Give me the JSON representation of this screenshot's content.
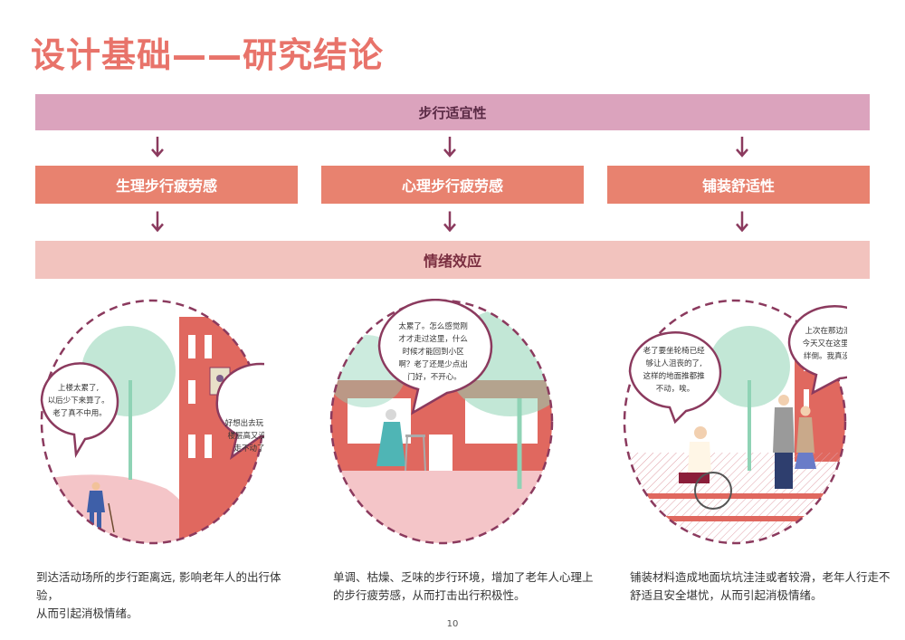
{
  "title": "设计基础——研究结论",
  "top_bar": "步行适宜性",
  "middle_bars": [
    "生理步行疲劳感",
    "心理步行疲劳感",
    "铺装舒适性"
  ],
  "bottom_bar": "情绪效应",
  "scenes": [
    {
      "bubbles": [
        [
          "上楼太累了,",
          "以后少下来算了。",
          "老了真不中用。"
        ],
        [
          "好想出去玩，可是",
          "楼层高又没电梯,",
          "走不动了唉。"
        ]
      ],
      "caption": [
        "到达活动场所的步行距离远, 影响老年人的出行体验，",
        "从而引起消极情绪。"
      ]
    },
    {
      "bubbles": [
        [
          "太累了。怎么感觉刚",
          "才才走过这里，什么",
          "时候才能回到小区",
          "啊？老了还是少点出",
          "门好，不开心。"
        ]
      ],
      "caption": [
        "单调、枯燥、乏味的步行环境，增加了老年人心理上",
        "的步行疲劳感，从而打击出行积极性。"
      ]
    },
    {
      "bubbles": [
        [
          "老了要坐轮椅已经",
          "够让人沮丧的了,",
          "这样的地面推都推",
          "不动，唉。"
        ],
        [
          "上次在那边滑倒,",
          "今天又在这里差点",
          "绊倒。我真没用。"
        ]
      ],
      "caption": [
        "铺装材料造成地面坑坑洼洼或者较滑，老年人行走不",
        "舒适且安全堪忧，从而引起消极情绪。"
      ]
    }
  ],
  "page_number": "10",
  "colors": {
    "title": "#E8736A",
    "top_bar": "#DBA3BD",
    "middle_bar": "#E8826F",
    "bottom_bar": "#F2C3BE",
    "arrow": "#8B3A5E",
    "circle_border": "#8B3A5E",
    "tree": "#8FD3B5",
    "building": "#E0685F"
  }
}
